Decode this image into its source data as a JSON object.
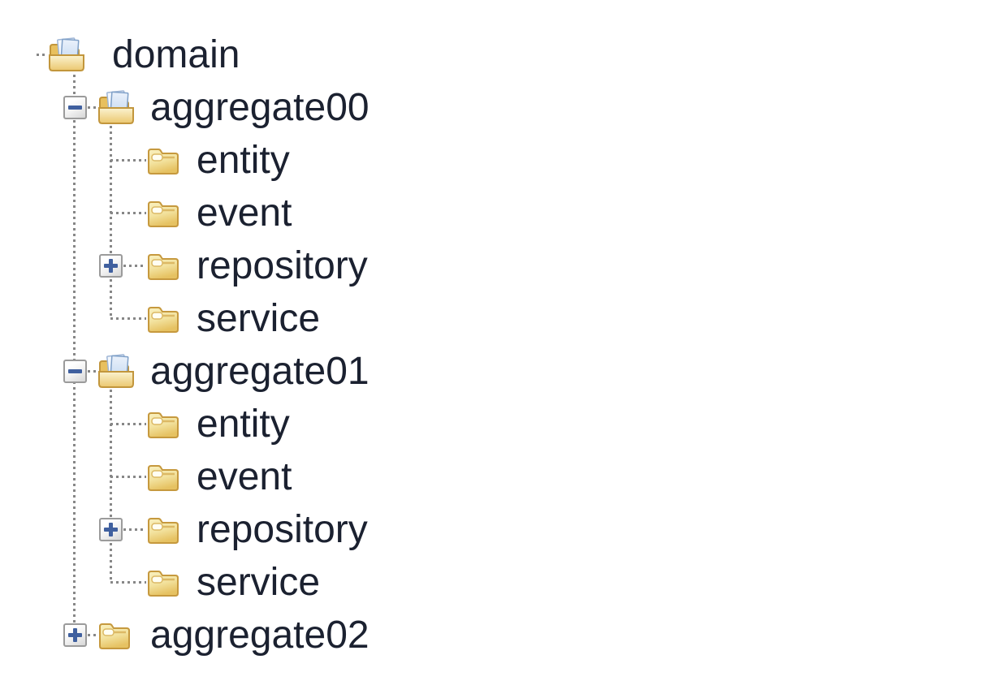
{
  "tree": {
    "nodes": [
      {
        "label": "domain",
        "level": 1,
        "icon": "folder-open",
        "toggle": "none",
        "state": "expanded"
      },
      {
        "label": "aggregate00",
        "level": 2,
        "icon": "folder-open",
        "toggle": "minus",
        "state": "expanded"
      },
      {
        "label": "entity",
        "level": 3,
        "icon": "folder-closed",
        "toggle": "none",
        "state": "leaf"
      },
      {
        "label": "event",
        "level": 3,
        "icon": "folder-closed",
        "toggle": "none",
        "state": "leaf"
      },
      {
        "label": "repository",
        "level": 3,
        "icon": "folder-closed",
        "toggle": "plus",
        "state": "collapsed"
      },
      {
        "label": "service",
        "level": 3,
        "icon": "folder-closed",
        "toggle": "none",
        "state": "leaf"
      },
      {
        "label": "aggregate01",
        "level": 2,
        "icon": "folder-open",
        "toggle": "minus",
        "state": "expanded"
      },
      {
        "label": "entity",
        "level": 3,
        "icon": "folder-closed",
        "toggle": "none",
        "state": "leaf"
      },
      {
        "label": "event",
        "level": 3,
        "icon": "folder-closed",
        "toggle": "none",
        "state": "leaf"
      },
      {
        "label": "repository",
        "level": 3,
        "icon": "folder-closed",
        "toggle": "plus",
        "state": "collapsed"
      },
      {
        "label": "service",
        "level": 3,
        "icon": "folder-closed",
        "toggle": "none",
        "state": "leaf"
      },
      {
        "label": "aggregate02",
        "level": 2,
        "icon": "folder-closed",
        "toggle": "plus",
        "state": "collapsed"
      }
    ],
    "colors": {
      "background": "#ffffff",
      "label_text": "#1b2130",
      "connector_dots": "#878787",
      "expander_border": "#9b9b9b",
      "expander_sign": "#40609f",
      "folder_outline": "#c6993e",
      "folder_fill_light": "#f9f0be",
      "folder_fill_dark": "#e6c262",
      "document_fill": "#d9e7f8",
      "document_outline": "#7fa0c8"
    }
  }
}
